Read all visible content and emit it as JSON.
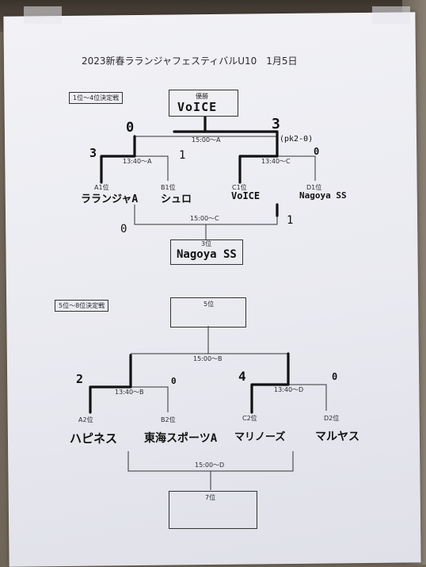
{
  "title": "2023新春ラランジャフェスティバルU10　1月5日",
  "upper": {
    "section_label": "1位～4位決定戦",
    "final": {
      "label": "優勝",
      "winner": "VoICE",
      "time": "15:00～A",
      "score_left": "0",
      "score_right": "3",
      "pk_note": "(pk2-0)"
    },
    "semi_left": {
      "time": "13:40～A",
      "score_left": "3",
      "score_right": "1",
      "team1_seed": "A1位",
      "team1_name": "ラランジャA",
      "team2_seed": "B1位",
      "team2_name": "シュロ"
    },
    "semi_right": {
      "time": "13:40～C",
      "score_left": "",
      "score_right": "0",
      "team1_seed": "C1位",
      "team1_name": "VoICE",
      "team2_seed": "D1位",
      "team2_name": "Nagoya SS"
    },
    "third": {
      "time": "15:00～C",
      "score_left": "0",
      "score_right": "1",
      "label": "3位",
      "winner": "Nagoya SS"
    }
  },
  "lower": {
    "section_label": "5位～8位決定戦",
    "fifth": {
      "label": "5位",
      "time": "15:00～B"
    },
    "semi_left": {
      "time": "13:40～B",
      "score_left": "2",
      "score_right": "0",
      "team1_seed": "A2位",
      "team1_name": "ハピネス",
      "team2_seed": "B2位",
      "team2_name": "東海スポーツA"
    },
    "semi_right": {
      "time": "13:40～D",
      "score_left": "4",
      "score_right": "0",
      "team1_seed": "C2位",
      "team1_name": "マリノーズ",
      "team2_seed": "D2位",
      "team2_name": "マルヤス"
    },
    "seventh": {
      "time": "15:00～D",
      "label": "7位"
    }
  },
  "colors": {
    "paper": "#ececf1",
    "print_ink": "#333333",
    "marker_ink": "#111111"
  }
}
